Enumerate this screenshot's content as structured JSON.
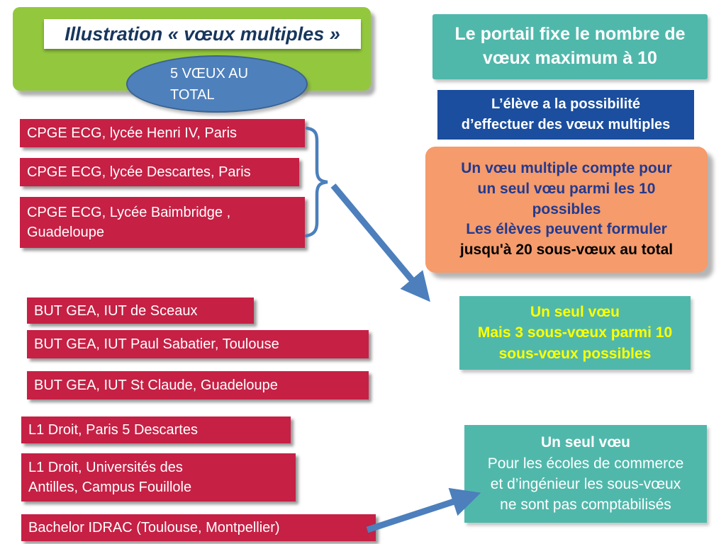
{
  "slide": {
    "title": "Illustration « vœux multiples »",
    "total_ellipse": "5 VŒUX AU\nTOTAL",
    "wishes": [
      {
        "label": "CPGE ECG, lycée Henri IV, Paris"
      },
      {
        "label": "CPGE ECG, lycée Descartes, Paris"
      },
      {
        "label": "CPGE ECG, Lycée Baimbridge ,\nGuadeloupe"
      },
      {
        "label": "BUT GEA, IUT de Sceaux"
      },
      {
        "label": "BUT GEA, IUT Paul Sabatier, Toulouse"
      },
      {
        "label": "BUT GEA, IUT St Claude, Guadeloupe"
      },
      {
        "label": "L1 Droit, Paris 5 Descartes"
      },
      {
        "label": "L1 Droit, Universités des\nAntilles, Campus Fouillole"
      },
      {
        "label": "Bachelor IDRAC (Toulouse, Montpellier)"
      }
    ],
    "info": {
      "portal": "Le portail fixe le nombre de\nvœux maximum à 10",
      "possibility": "L’élève a la possibilité\nd’effectuer des vœux multiples",
      "multiple_rule": {
        "line1": "Un vœu multiple compte pour\nun seul vœu parmi les 10\npossibles",
        "line2": "Les élèves peuvent formuler",
        "line3": "jusqu'à 20 sous-vœux au total"
      },
      "single_with_subwishes": {
        "title": "Un seul vœu",
        "body": "Mais 3 sous-vœux parmi 10\nsous-vœux possibles"
      },
      "single_no_subwishes": {
        "title": "Un seul vœu",
        "body": "Pour les écoles de commerce\net d’ingénieur les sous-vœux\nne sont pas comptabilisés"
      }
    },
    "colors": {
      "green": "#93C83E",
      "crimson": "#C62045",
      "teal": "#50B8AB",
      "dark_blue": "#1B4E9E",
      "navy_text": "#223A8F",
      "title_navy": "#17365D",
      "ellipse_blue": "#4E80BC",
      "orange": "#F59B6C",
      "arrow_blue": "#4C7FBC",
      "yellow": "#FFFF00"
    }
  }
}
